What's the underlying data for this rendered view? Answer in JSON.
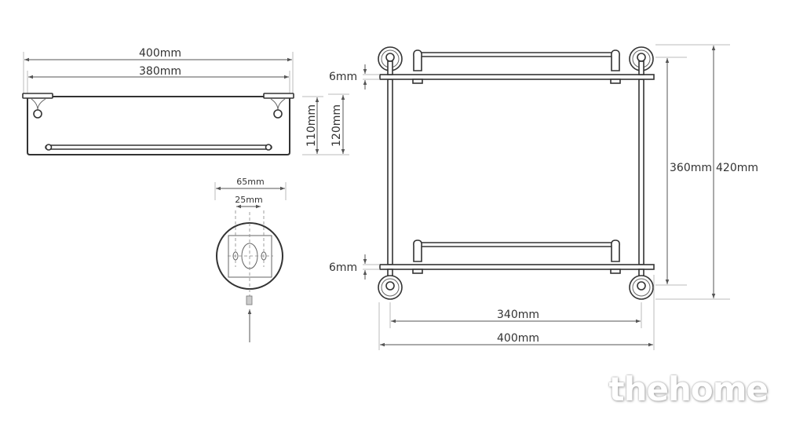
{
  "front_view": {
    "width_total": "400mm",
    "width_inner": "380mm",
    "height_inner": "110mm",
    "height_total": "120mm"
  },
  "mount_detail": {
    "plate_width": "65mm",
    "hole_spacing": "25mm"
  },
  "top_view": {
    "glass_thickness_top": "6mm",
    "glass_thickness_bottom": "6mm",
    "height_inner": "360mm",
    "height_total": "420mm",
    "width_inner": "340mm",
    "width_total": "400mm"
  },
  "watermark": "thehome"
}
